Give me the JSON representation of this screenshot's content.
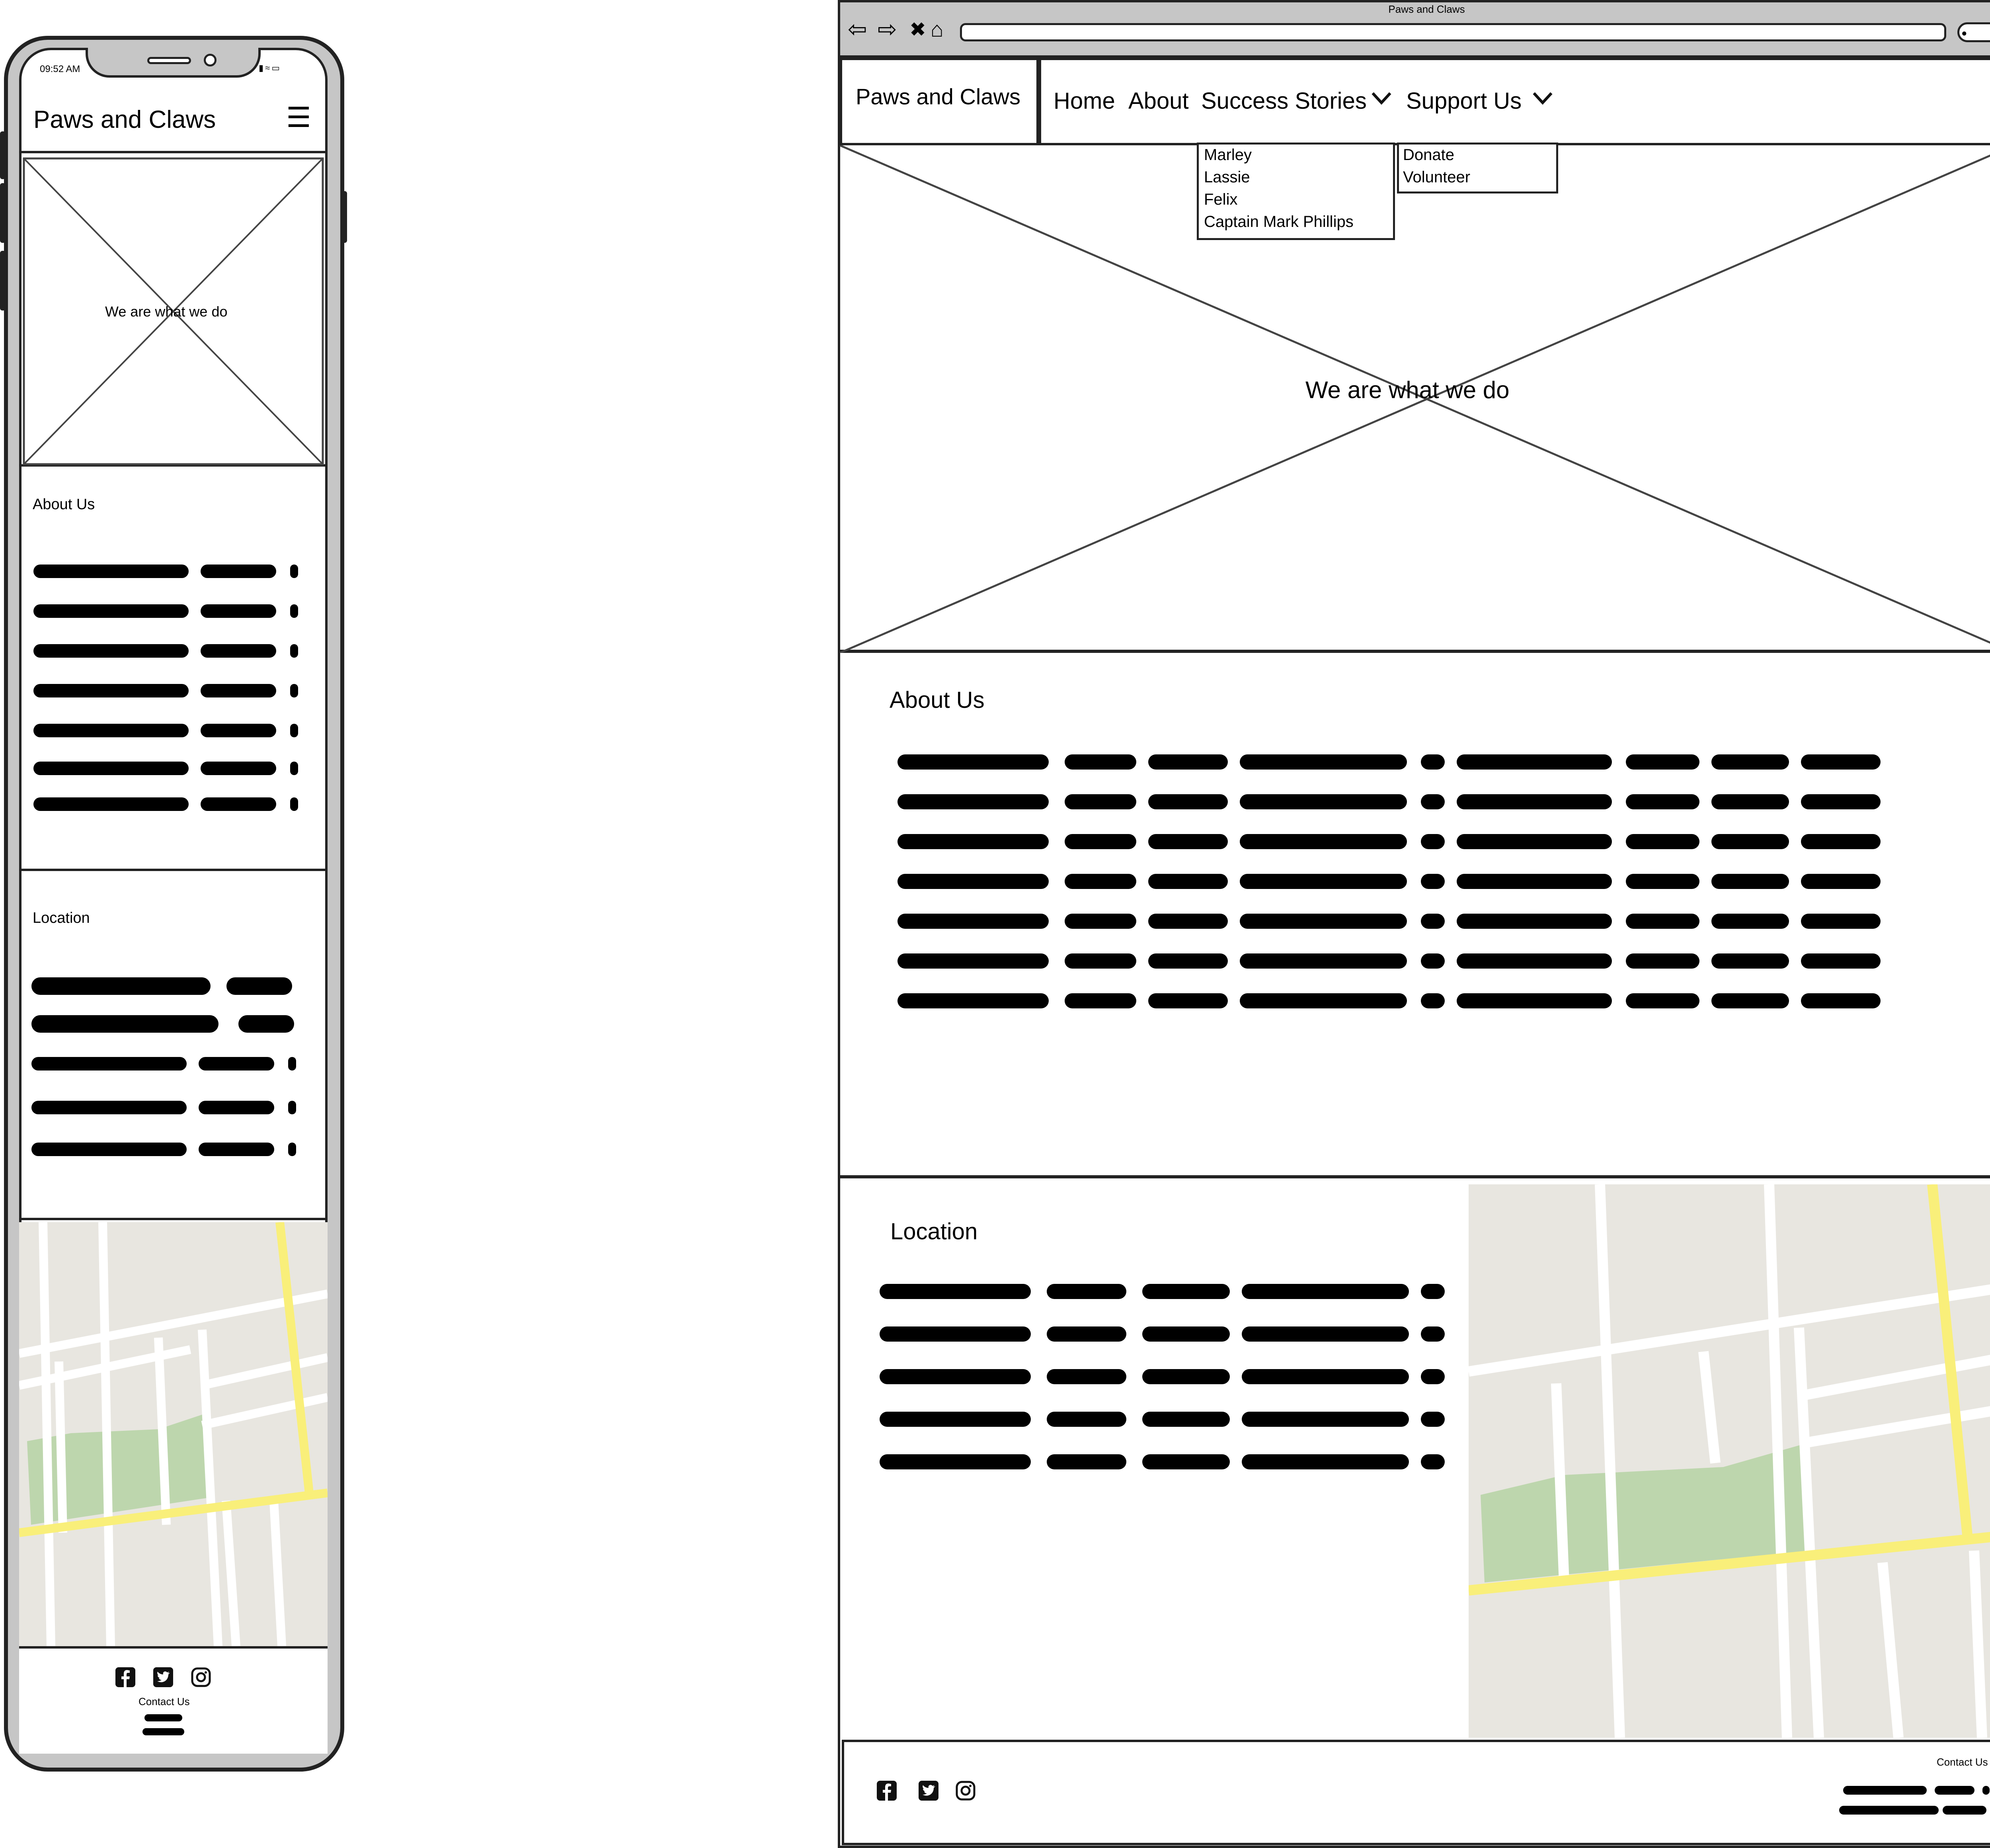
{
  "mobile": {
    "status_time": "09:52 AM",
    "site_title": "Paws and Claws",
    "menu_icon": "hamburger-icon",
    "hero_caption": "We are what we do",
    "about_heading": "About Us",
    "location_heading": "Location",
    "footer": {
      "social_icons": [
        "facebook-icon",
        "twitter-icon",
        "instagram-icon"
      ],
      "contact_label": "Contact Us"
    }
  },
  "desktop": {
    "browser_title": "Paws and Claws",
    "site_title": "Paws and Claws",
    "nav": {
      "home": "Home",
      "about": "About",
      "success_stories": "Success Stories",
      "support_us": "Support Us"
    },
    "success_stories_menu": [
      "Marley",
      "Lassie",
      "Felix",
      "Captain Mark Phillips"
    ],
    "support_us_menu": [
      "Donate",
      "Volunteer"
    ],
    "hero_caption": "We are what we do",
    "about_heading": "About Us",
    "location_heading": "Location",
    "footer": {
      "social_icons": [
        "facebook-icon",
        "twitter-icon",
        "instagram-icon"
      ],
      "contact_label": "Contact Us"
    }
  },
  "colors": {
    "map_land": "#e8e6e0",
    "map_road": "#ffffff",
    "map_highway": "#f9ef7a",
    "map_park": "#bdd6ad",
    "frame": "#222222",
    "chrome": "#c6c6c6"
  }
}
